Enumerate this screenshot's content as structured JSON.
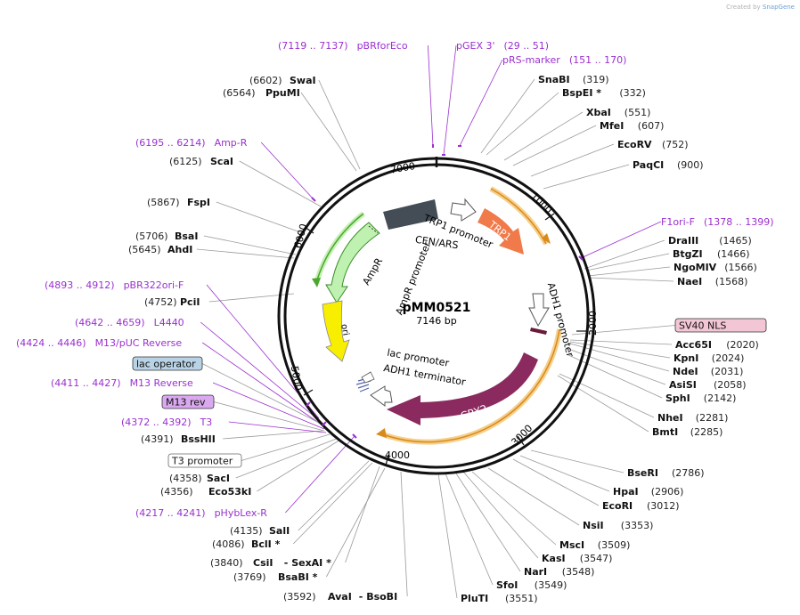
{
  "credit": {
    "prefix": "Created by",
    "brand": "SnapGene"
  },
  "plasmid": {
    "name": "pMM0521",
    "size": "7146 bp"
  },
  "ticks": [
    "7000",
    "1000",
    "2000",
    "3000",
    "4000",
    "5000",
    "6000"
  ],
  "enzymes_right": [
    {
      "name": "SnaBI",
      "pos": "(319)"
    },
    {
      "name": "BspEI *",
      "pos": "(332)"
    },
    {
      "name": "XbaI",
      "pos": "(551)"
    },
    {
      "name": "MfeI",
      "pos": "(607)"
    },
    {
      "name": "EcoRV",
      "pos": "(752)"
    },
    {
      "name": "PaqCI",
      "pos": "(900)"
    },
    {
      "name": "DraIII",
      "pos": "(1465)"
    },
    {
      "name": "BtgZI",
      "pos": "(1466)"
    },
    {
      "name": "NgoMIV",
      "pos": "(1566)"
    },
    {
      "name": "NaeI",
      "pos": "(1568)"
    },
    {
      "name": "Acc65I",
      "pos": "(2020)"
    },
    {
      "name": "KpnI",
      "pos": "(2024)"
    },
    {
      "name": "NdeI",
      "pos": "(2031)"
    },
    {
      "name": "AsiSI",
      "pos": "(2058)"
    },
    {
      "name": "SphI",
      "pos": "(2142)"
    },
    {
      "name": "NheI",
      "pos": "(2281)"
    },
    {
      "name": "BmtI",
      "pos": "(2285)"
    },
    {
      "name": "BseRI",
      "pos": "(2786)"
    },
    {
      "name": "HpaI",
      "pos": "(2906)"
    },
    {
      "name": "EcoRI",
      "pos": "(3012)"
    },
    {
      "name": "NsiI",
      "pos": "(3353)"
    },
    {
      "name": "MscI",
      "pos": "(3509)"
    },
    {
      "name": "KasI",
      "pos": "(3547)"
    },
    {
      "name": "NarI",
      "pos": "(3548)"
    },
    {
      "name": "SfoI",
      "pos": "(3549)"
    },
    {
      "name": "PluTI",
      "pos": "(3551)"
    }
  ],
  "enzymes_left": [
    {
      "name": "SwaI",
      "pos": "(6602)"
    },
    {
      "name": "PpuMI",
      "pos": "(6564)"
    },
    {
      "name": "ScaI",
      "pos": "(6125)"
    },
    {
      "name": "FspI",
      "pos": "(5867)"
    },
    {
      "name": "BsaI",
      "pos": "(5706)"
    },
    {
      "name": "AhdI",
      "pos": "(5645)"
    },
    {
      "name": "PciI",
      "pos": "(4752)"
    },
    {
      "name": "BssHII",
      "pos": "(4391)"
    },
    {
      "name": "SacI",
      "pos": "(4358)"
    },
    {
      "name": "Eco53kI",
      "pos": "(4356)"
    },
    {
      "name": "SalI",
      "pos": "(4135)"
    },
    {
      "name": "BclI *",
      "pos": "(4086)"
    },
    {
      "name": "CsiI",
      "pos": "(3840)",
      "extra": "- SexAI *"
    },
    {
      "name": "BsaBI *",
      "pos": "(3769)"
    },
    {
      "name": "AvaI",
      "pos": "(3592)",
      "extra": "- BsoBI"
    }
  ],
  "primers": [
    {
      "range": "(7119 .. 7137)",
      "name": "pBRforEco"
    },
    {
      "name": "pGEX 3'",
      "range": "(29 .. 51)"
    },
    {
      "name": "pRS-marker",
      "range": "(151 .. 170)"
    },
    {
      "range": "(6195 .. 6214)",
      "name": "Amp-R"
    },
    {
      "name": "F1ori-F",
      "range": "(1378 .. 1399)"
    },
    {
      "range": "(4893 .. 4912)",
      "name": "pBR322ori-F"
    },
    {
      "range": "(4642 .. 4659)",
      "name": "L4440"
    },
    {
      "range": "(4424 .. 4446)",
      "name": "M13/pUC Reverse"
    },
    {
      "range": "(4411 .. 4427)",
      "name": "M13 Reverse"
    },
    {
      "range": "(4372 .. 4392)",
      "name": "T3"
    },
    {
      "range": "(4217 .. 4241)",
      "name": "pHybLex-R"
    }
  ],
  "boxed": {
    "sv40": "SV40 NLS",
    "lac_operator": "lac operator",
    "m13_rev": "M13 rev",
    "t3_promoter": "T3 promoter"
  },
  "features": {
    "trp1": "TRP1",
    "trp1_promoter": "TRP1 promoter",
    "cen_ars": "CEN/ARS",
    "adh1_promoter": "ADH1 promoter",
    "cry2": "CRY2",
    "ori": "ori",
    "ampr": "AmpR",
    "ampr_promoter": "AmpR promoter",
    "lac_promoter": "lac promoter",
    "adh1_terminator": "ADH1 terminator"
  },
  "colors": {
    "enzyme": "#111111",
    "primer": "#9b30d0",
    "trp1": "#f07a4a",
    "cry2": "#8b2a5e",
    "ampr": "#bff2b0",
    "ori": "#f8ee00",
    "cen": "#444d55",
    "highlight": "#f2a02f",
    "sv40": "#f3c6d6",
    "lacop": "#b8d3e5",
    "m13": "#d9a8ee"
  }
}
